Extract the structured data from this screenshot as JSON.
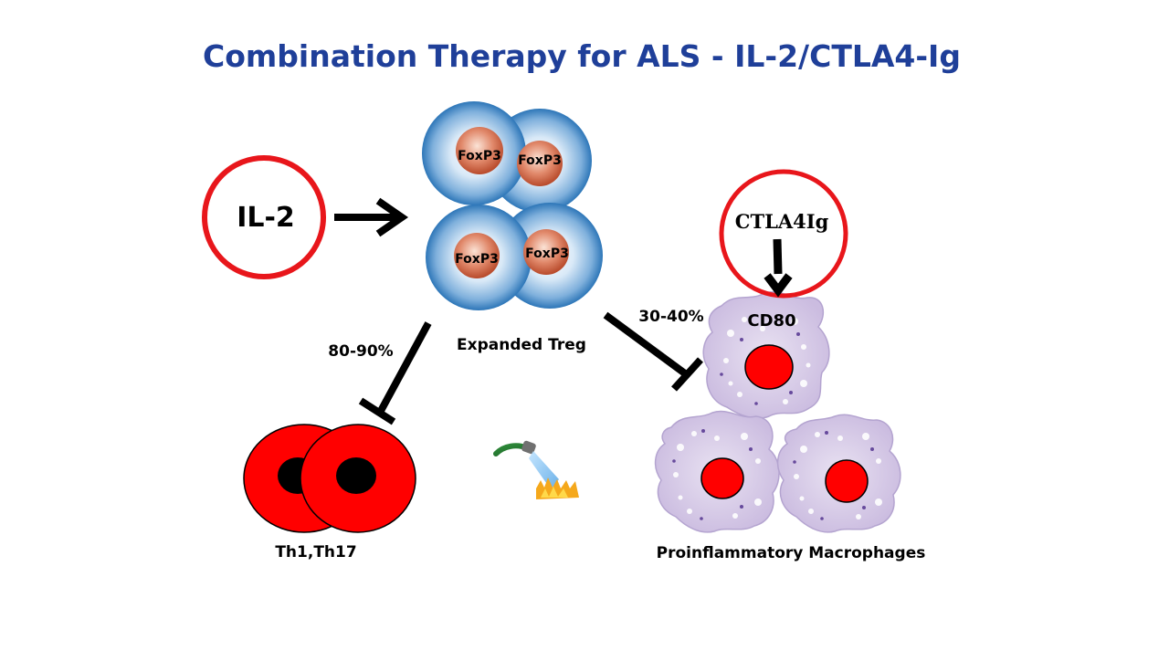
{
  "title": "Combination Therapy for ALS - IL-2/CTLA4-Ig",
  "il2": {
    "label": "IL-2"
  },
  "treg": {
    "nucleus_labels": [
      "FoxP3",
      "FoxP3",
      "FoxP3",
      "FoxP3"
    ],
    "label": "Expanded Treg"
  },
  "th_cells": {
    "label": "Th1,Th17",
    "inhibition_label": "80-90%"
  },
  "ctla4ig": {
    "label": "CTLA4Ig",
    "target_label": "CD80"
  },
  "macrophages": {
    "label": "Proinflammatory Macrophages",
    "inhibition_label": "30-40%"
  },
  "colors": {
    "title": "#1f3f99",
    "ring": "#e8161b",
    "cell_red": "#ff0000",
    "treg_blue": "#3f88c5",
    "treg_nucleus": "#d06040",
    "macrophage": "#d8cce8"
  }
}
